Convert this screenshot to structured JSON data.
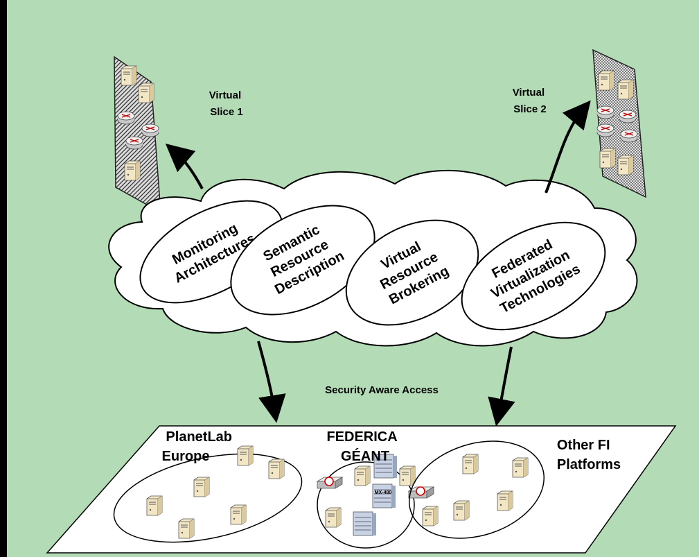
{
  "slices": {
    "slice1": {
      "line1": "Virtual",
      "line2": "Slice 1"
    },
    "slice2": {
      "line1": "Virtual",
      "line2": "Slice 2"
    }
  },
  "cloud": {
    "monitoring": {
      "line1": "Monitoring",
      "line2": "Architectures"
    },
    "semantic": {
      "line1": "Semantic",
      "line2": "Resource",
      "line3": "Description"
    },
    "brokering": {
      "line1": "Virtual",
      "line2": "Resource",
      "line3": "Brokering"
    },
    "federated": {
      "line1": "Federated",
      "line2": "Virtualization",
      "line3": "Technologies"
    }
  },
  "access_label": "Security Aware Access",
  "platforms": {
    "planetlab": {
      "line1": "PlanetLab",
      "line2": "Europe"
    },
    "federica": {
      "line1": "FEDERICA",
      "line2": "GÉANT"
    },
    "other": {
      "line1": "Other FI",
      "line2": "Platforms"
    }
  },
  "device_labels": {
    "mx480": "MX-480"
  },
  "colors": {
    "background": "#b3dcb6",
    "cloud_fill": "#ffffff",
    "server_fill": "#f2e6c4",
    "stroke": "#000000"
  }
}
